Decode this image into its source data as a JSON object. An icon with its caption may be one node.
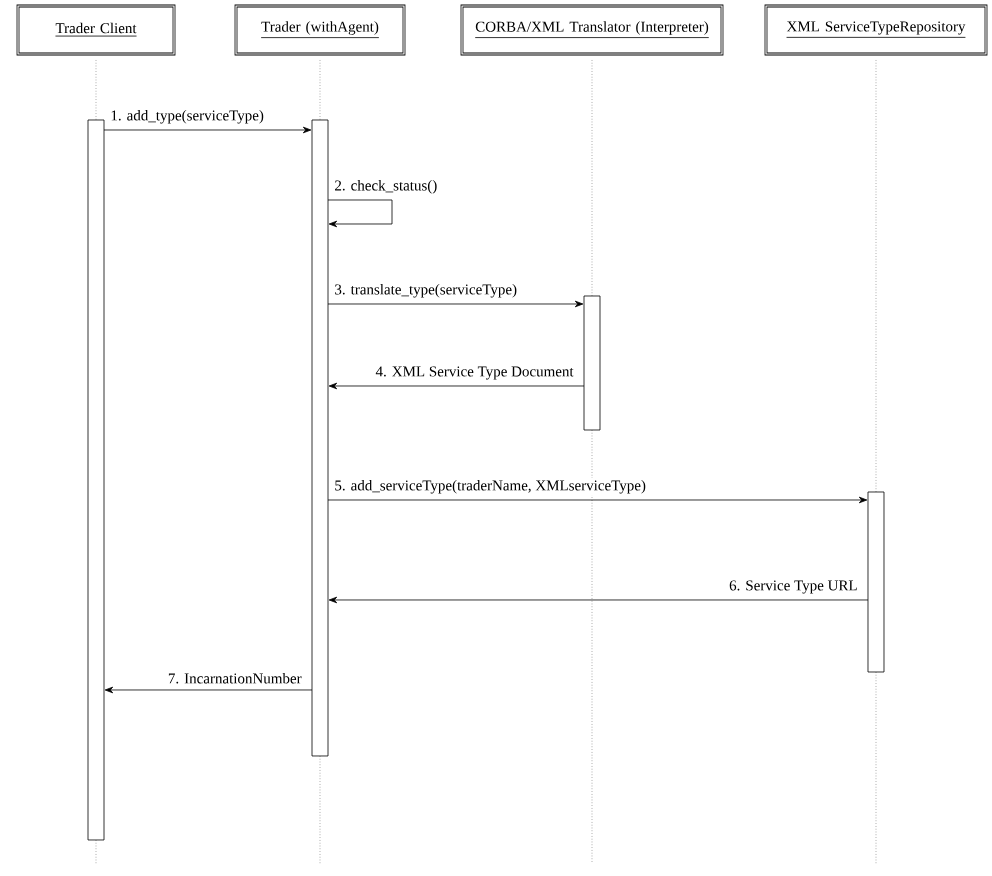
{
  "diagram": {
    "nodes": [
      {
        "text": [
          "Trader Client"
        ]
      },
      {
        "text": [
          "Trader (withAgent)"
        ]
      },
      {
        "text": [
          "CORBA/XML Translator (Interpreter)"
        ]
      },
      {
        "text": [
          "XML ServiceTypeRepository"
        ]
      }
    ],
    "edges": [
      {
        "from": 0,
        "to": 1,
        "arrow": "to",
        "label": "1. add_type(serviceType)"
      },
      {
        "from": 1,
        "to": 1,
        "arrow": "to",
        "label": "2. check_status()"
      },
      {
        "from": 1,
        "to": 2,
        "arrow": "to",
        "label": "3. translate_type(serviceType)"
      },
      {
        "from": 2,
        "to": 1,
        "arrow": "to",
        "label": "4. XML Service Type Document"
      },
      {
        "from": 1,
        "to": 3,
        "arrow": "to",
        "label": "5. add_serviceType(traderName, XMLserviceType)"
      },
      {
        "from": 3,
        "to": 1,
        "arrow": "to",
        "label": "6. Service Type URL"
      },
      {
        "from": 1,
        "to": 0,
        "arrow": "to",
        "label": "7. IncarnationNumber"
      }
    ]
  }
}
